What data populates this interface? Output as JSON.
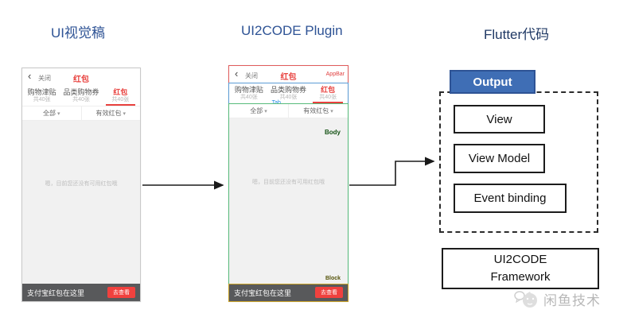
{
  "titles": {
    "left": "UI视觉稿",
    "middle": "UI2CODE Plugin",
    "right": "Flutter代码"
  },
  "phone": {
    "back_icon": "‹",
    "close_label": "关闭",
    "title": "红包",
    "tabs": [
      {
        "label": "购物津贴",
        "sub": "共40张"
      },
      {
        "label": "品类购物券",
        "sub": "共40张"
      },
      {
        "label": "红包",
        "sub": "共40张"
      }
    ],
    "filters": [
      {
        "label": "全部",
        "caret": "▾"
      },
      {
        "label": "有效红包",
        "caret": "▾"
      }
    ],
    "empty_text": "嗯，目前您还没有可用红包哦",
    "bottom_bar": {
      "text": "支付宝红包在这里",
      "button": "去查看"
    }
  },
  "annotations": {
    "appbar": "AppBar",
    "tab": "Tab",
    "body": "Body",
    "block": "Block"
  },
  "output": {
    "label": "Output"
  },
  "flutter_boxes": {
    "view": "View",
    "view_model": "View Model",
    "event_binding": "Event binding"
  },
  "framework": {
    "line1": "UI2CODE",
    "line2": "Framework"
  },
  "logo": {
    "text": "闲鱼技术"
  },
  "colors": {
    "title_blue": "#2E5395",
    "title_dark_blue": "#1F3864",
    "accent_red": "#E8413E",
    "button_red": "#F0413E",
    "bottom_bar_gray": "#58595b",
    "appbar_box_red": "#E15B5B",
    "tab_box_blue": "#5B9BD5",
    "body_box_green": "#57BB7B",
    "bottom_box_yellow": "#C9A227",
    "output_fill_blue": "#3F6EB5"
  }
}
